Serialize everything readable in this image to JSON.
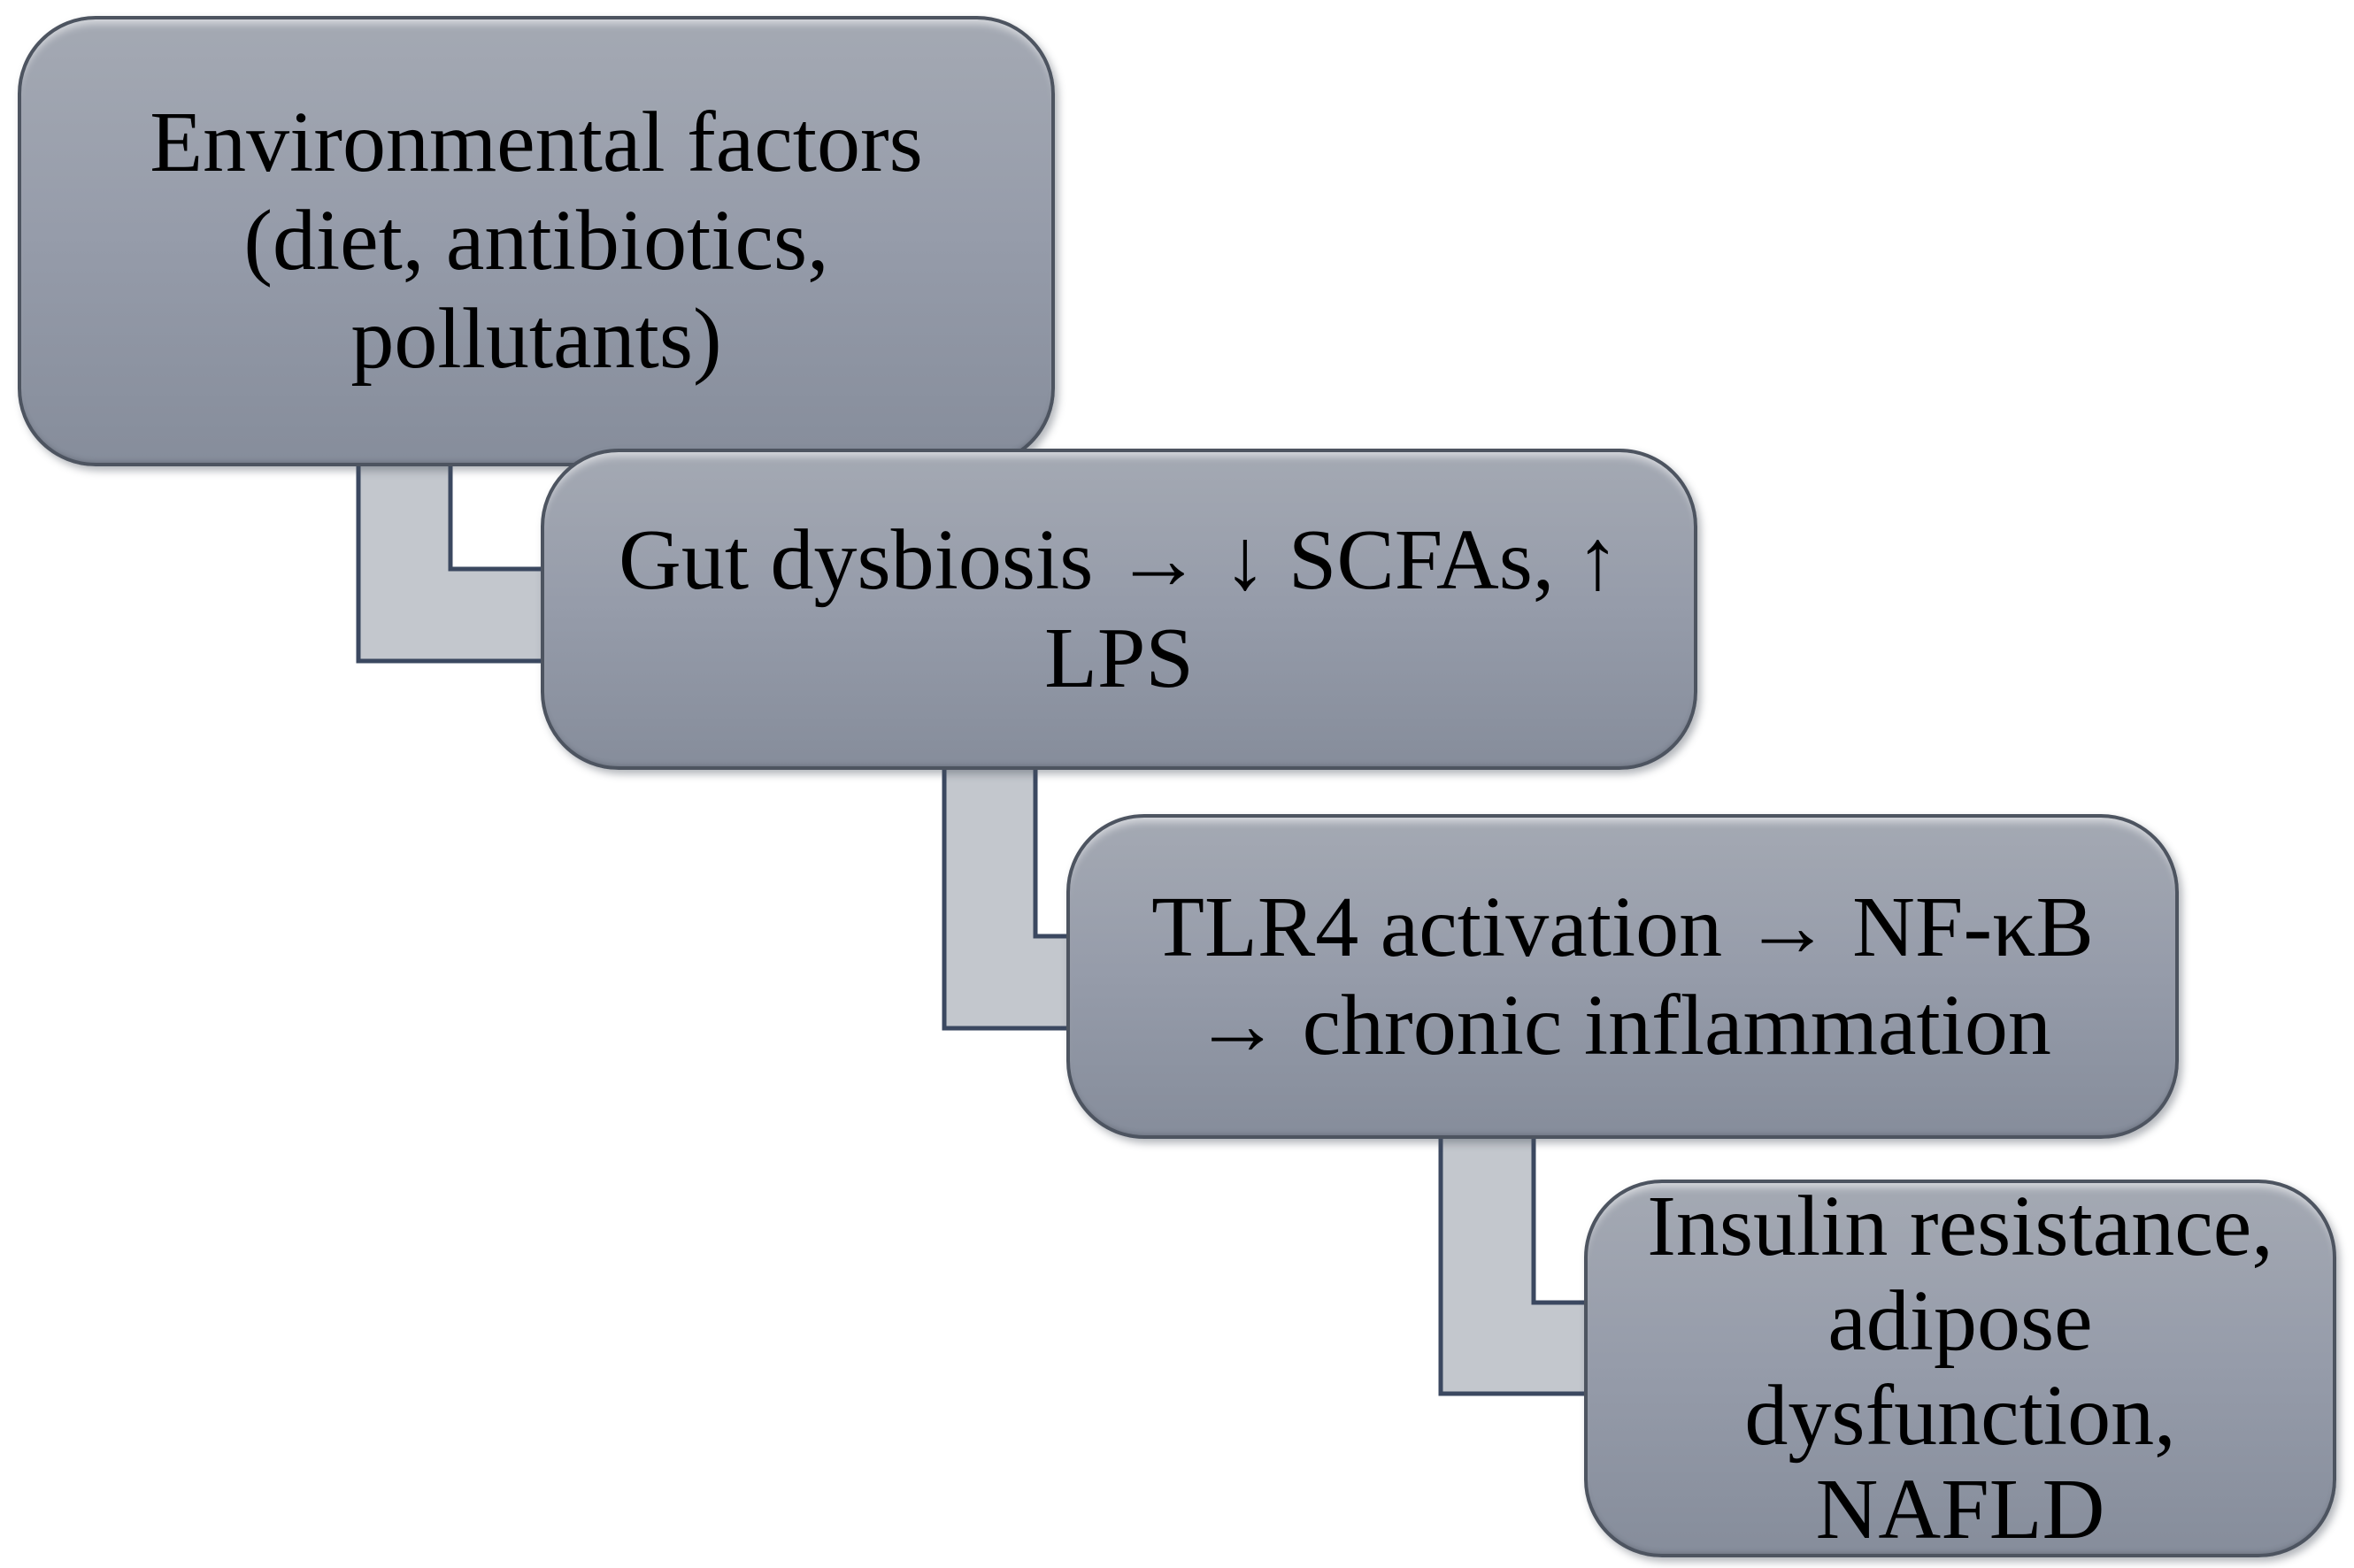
{
  "diagram": {
    "type": "stepped-process-flowchart",
    "colors": {
      "background": "#ffffff",
      "box_fill_top": "#a4a9b3",
      "box_fill_mid": "#969caa",
      "box_fill_bottom": "#868d9b",
      "box_border": "#4d5460",
      "connector_fill": "#c3c7cd",
      "connector_border": "#3b4860",
      "text": "#000000"
    },
    "boxes": [
      {
        "name": "environmental-factors",
        "text": "Environmental factors (diet, antibiotics, pollutants)",
        "lines": [
          "Environmental factors",
          "(diet, antibiotics,",
          "pollutants)"
        ]
      },
      {
        "name": "gut-dysbiosis",
        "text": "Gut dysbiosis → ↓ SCFAs, ↑ LPS",
        "lines": [
          "Gut dysbiosis → ↓ SCFAs, ↑",
          "LPS"
        ]
      },
      {
        "name": "tlr4-activation",
        "text": "TLR4 activation → NF-κB → chronic inflammation",
        "lines": [
          "TLR4 activation → NF-κB",
          "→ chronic inflammation"
        ]
      },
      {
        "name": "insulin-resistance",
        "text": "Insulin resistance, adipose dysfunction, NAFLD",
        "lines": [
          "Insulin resistance,",
          "adipose",
          "dysfunction,",
          "NAFLD"
        ]
      }
    ],
    "connectors": [
      {
        "from": "environmental-factors",
        "to": "gut-dysbiosis"
      },
      {
        "from": "gut-dysbiosis",
        "to": "tlr4-activation"
      },
      {
        "from": "tlr4-activation",
        "to": "insulin-resistance"
      }
    ]
  }
}
